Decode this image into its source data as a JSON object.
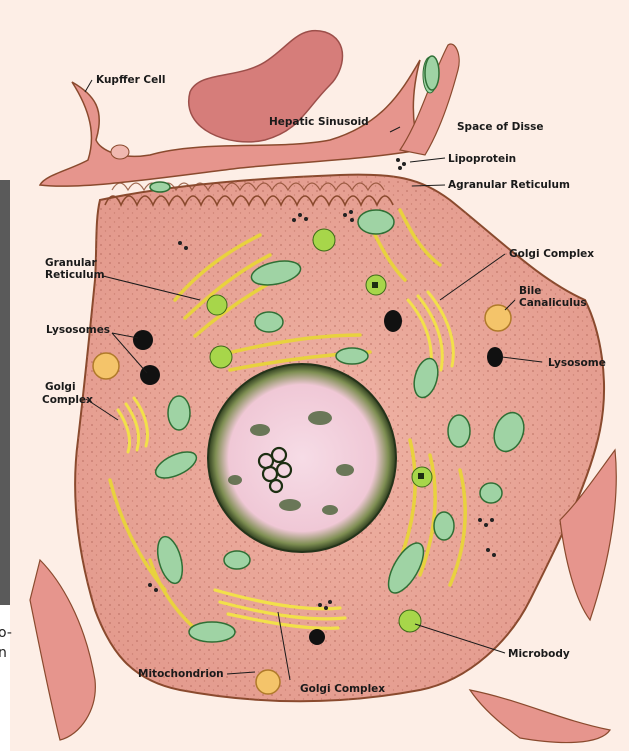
{
  "edge_text": {
    "line1": "o-",
    "line2": "n"
  },
  "labels": {
    "kupffer_cell": "Kupffer Cell",
    "hepatic_sinusoid": "Hepatic Sinusoid",
    "space_of_disse": "Space of Disse",
    "lipoprotein": "Lipoprotein",
    "agranular_reticulum": "Agranular Reticulum",
    "granular_reticulum_1": "Granular",
    "granular_reticulum_2": "Reticulum",
    "golgi_complex_right": "Golgi Complex",
    "bile_canaliculus_1": "Bile",
    "bile_canaliculus_2": "Canaliculus",
    "lysosomes": "Lysosomes",
    "lysosome": "Lysosome",
    "golgi_complex_left_1": "Golgi",
    "golgi_complex_left_2": "Complex",
    "microbody": "Microbody",
    "mitochondrion": "Mitochondrion",
    "golgi_complex_bottom": "Golgi Complex"
  },
  "colors": {
    "background": "#fdeee6",
    "cytoplasm": "#eaa89a",
    "membrane": "#8a4a2e",
    "sinusoid": "#d97f7a",
    "nucleus": "#f3d2de",
    "chromatin": "#3d5a2c",
    "mitochondria": "#9fd3a4",
    "golgi": "#f2e04a",
    "lysosome": "#111111",
    "microbody": "#a7d64a"
  }
}
